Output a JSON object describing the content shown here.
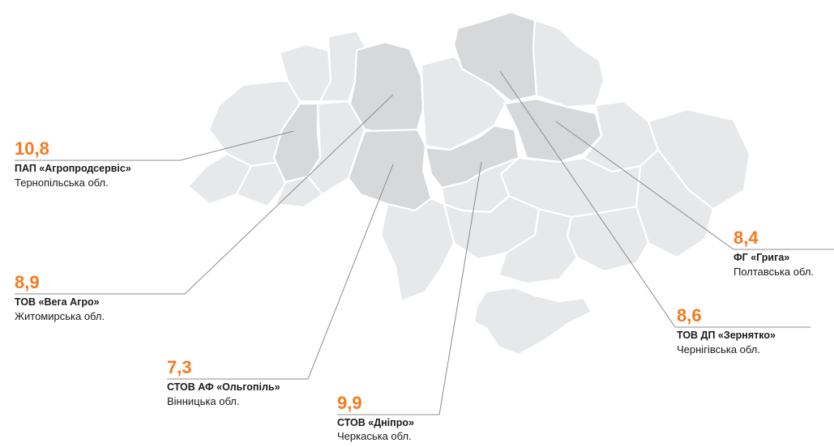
{
  "colors": {
    "accent": "#f47a20",
    "region_fill": "#e7e8e9",
    "region_highlight": "#d7d8d9",
    "leader_line": "#8c8c8c"
  },
  "callouts": [
    {
      "value": "10,8",
      "farm": "ПАП «Агропродсервіс»",
      "oblast": "Тернопільська обл."
    },
    {
      "value": "8,9",
      "farm": "ТОВ «Вега Агро»",
      "oblast": "Житомирська обл."
    },
    {
      "value": "7,3",
      "farm": "СТОВ АФ «Ольгопіль»",
      "oblast": "Вінницька обл."
    },
    {
      "value": "9,9",
      "farm": "СТОВ «Дніпро»",
      "oblast": "Черкаська обл."
    },
    {
      "value": "8,4",
      "farm": "ФГ «Грига»",
      "oblast": "Полтавська обл."
    },
    {
      "value": "8,6",
      "farm": "ТОВ ДП «Зернятко»",
      "oblast": "Чернігівська обл."
    }
  ]
}
